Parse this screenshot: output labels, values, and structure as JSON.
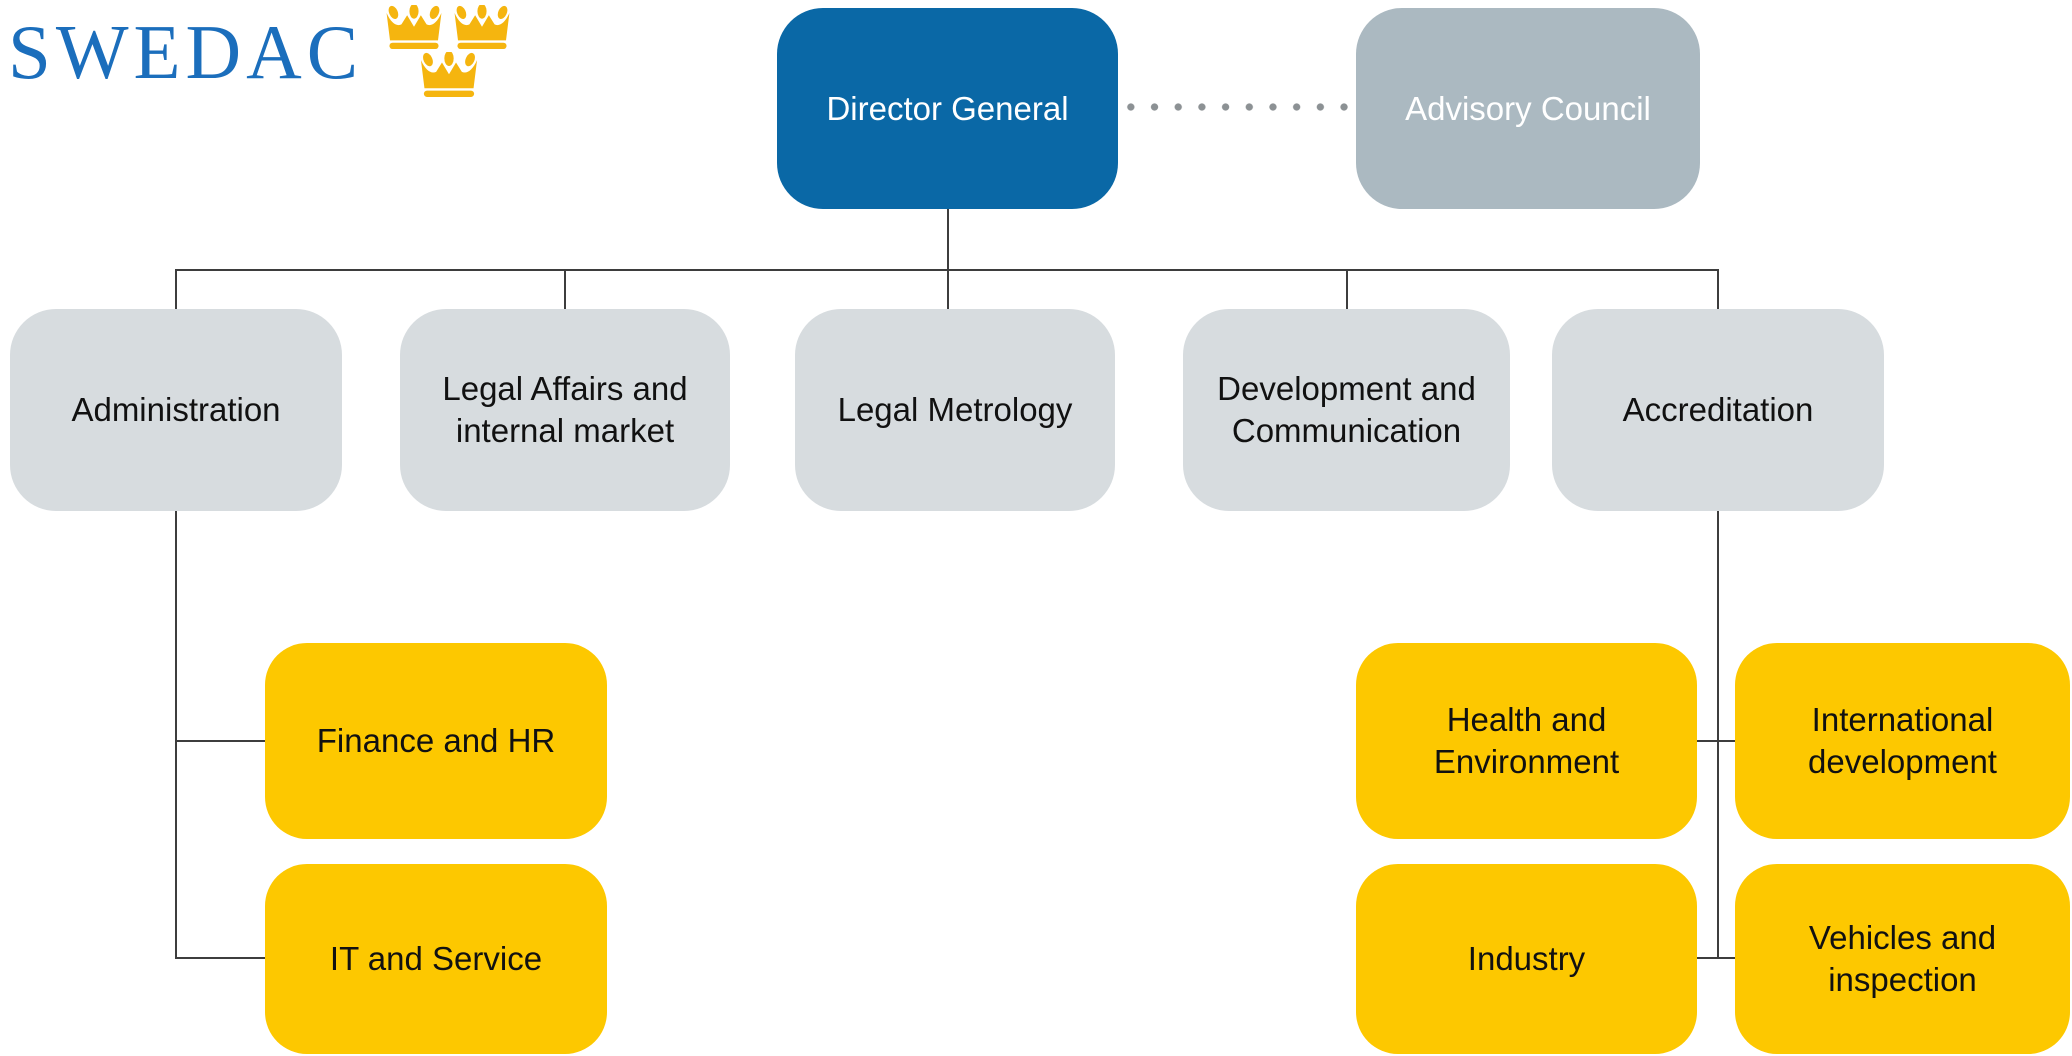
{
  "logo": {
    "wordmark": "SWEDAC",
    "crowns_icon": "three-crowns",
    "wordmark_color": "#1B6EBC",
    "crown_color": "#F5B50F"
  },
  "colors": {
    "executive_blue": "#0A68A6",
    "council_gray": "#ABB9C1",
    "department_gray": "#D7DCDF",
    "unit_yellow": "#FDC800",
    "connector_line": "#3D3D3D",
    "dotted_connector": "#8C9194",
    "text_dark": "#111111",
    "text_light": "#FFFFFF"
  },
  "org_chart": {
    "director_general": {
      "label": "Director General"
    },
    "advisory_council": {
      "label": "Advisory Council"
    },
    "departments": [
      {
        "label": "Administration"
      },
      {
        "label": "Legal Affairs and internal market"
      },
      {
        "label": "Legal Metrology"
      },
      {
        "label": "Development and Communication"
      },
      {
        "label": "Accreditation"
      }
    ],
    "administration_units": [
      {
        "label": "Finance and HR"
      },
      {
        "label": "IT and Service"
      }
    ],
    "accreditation_units": [
      {
        "label": "Health and Environment"
      },
      {
        "label": "International development"
      },
      {
        "label": "Industry"
      },
      {
        "label": "Vehicles and inspection"
      }
    ]
  }
}
